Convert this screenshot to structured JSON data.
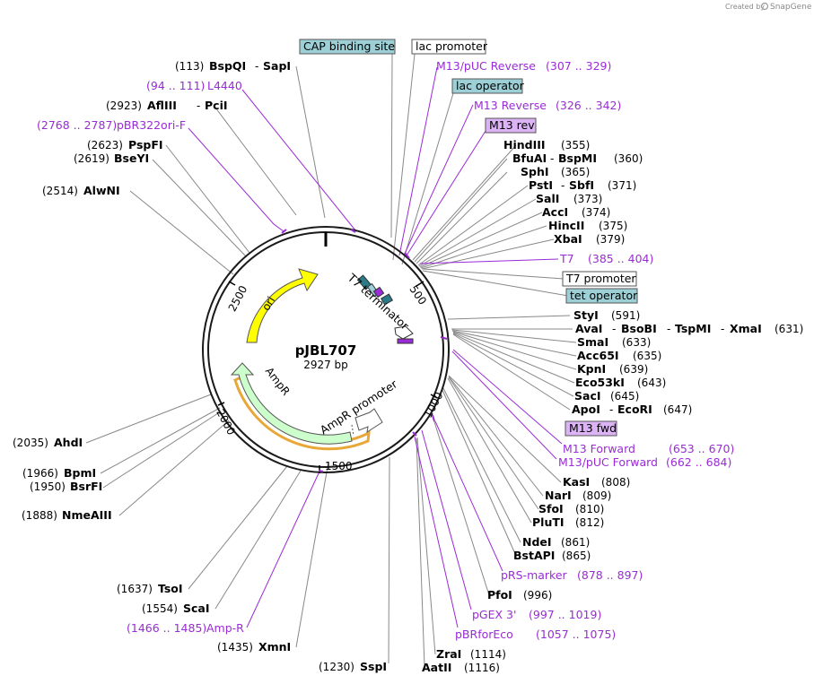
{
  "credit": {
    "prefix": "Created by",
    "brand": "SnapGene"
  },
  "plasmid": {
    "name": "pJBL707",
    "size_label": "2927 bp"
  },
  "ticks": [
    "500",
    "1000",
    "1500",
    "2000",
    "2500"
  ],
  "features": {
    "ori": "ori",
    "ampr": "AmpR",
    "ampr_promoter": "AmpR promoter",
    "t7_terminator": "T7 terminator"
  },
  "labels": {
    "cap": "CAP binding site",
    "lac_promoter": "lac promoter",
    "m13puc_rev": {
      "name": "M13/pUC Reverse",
      "range": "(307 .. 329)"
    },
    "lac_operator": "lac operator",
    "m13_reverse": {
      "name": "M13 Reverse",
      "range": "(326 .. 342)"
    },
    "m13_rev": "M13 rev",
    "t7": {
      "name": "T7",
      "range": "(385 .. 404)"
    },
    "t7_promoter": "T7 promoter",
    "tet_operator": "tet operator",
    "m13_fwd": "M13 fwd",
    "m13_forward": {
      "name": "M13 Forward",
      "range": "(653 .. 670)"
    },
    "m13puc_forward": {
      "name": "M13/pUC Forward",
      "range": "(662 .. 684)"
    },
    "prs_marker": {
      "name": "pRS-marker",
      "range": "(878 .. 897)"
    },
    "pgex3": {
      "name": "pGEX 3'",
      "range": "(997 .. 1019)"
    },
    "pbrforeco": {
      "name": "pBRforEco",
      "range": "(1057 .. 1075)"
    },
    "amp_r": {
      "name": "Amp-R",
      "range": "(1466 .. 1485)"
    },
    "l4440": {
      "name": "L4440",
      "range": "(94 .. 111)"
    },
    "pbr322ori": {
      "name": "pBR322ori-F",
      "range": "(2768 .. 2787)"
    }
  },
  "enzymes": {
    "bspqi": {
      "pos": "(113)",
      "name": "BspQI",
      "sep": "-",
      "name2": "SapI"
    },
    "afliii": {
      "pos": "(2923)",
      "name": "AflIII",
      "sep": "-",
      "name2": "PciI"
    },
    "pspfi": {
      "pos": "(2623)",
      "name": "PspFI"
    },
    "bseyi": {
      "pos": "(2619)",
      "name": "BseYI"
    },
    "alwni": {
      "pos": "(2514)",
      "name": "AlwNI"
    },
    "hindiii": {
      "name": "HindIII",
      "pos": "(355)"
    },
    "bfuai": {
      "name": "BfuAI",
      "sep": "-",
      "name2": "BspMI",
      "pos": "(360)"
    },
    "sphi": {
      "name": "SphI",
      "pos": "(365)"
    },
    "psti": {
      "name": "PstI",
      "sep": "-",
      "name2": "SbfI",
      "pos": "(371)"
    },
    "sali": {
      "name": "SalI",
      "pos": "(373)"
    },
    "acci": {
      "name": "AccI",
      "pos": "(374)"
    },
    "hincii": {
      "name": "HincII",
      "pos": "(375)"
    },
    "xbai": {
      "name": "XbaI",
      "pos": "(379)"
    },
    "styi": {
      "name": "StyI",
      "pos": "(591)"
    },
    "avai": {
      "name": "AvaI",
      "sep": "-",
      "name2": "BsoBI",
      "sep2": "-",
      "name3": "TspMI",
      "sep3": "-",
      "name4": "XmaI",
      "pos": "(631)"
    },
    "smai": {
      "name": "SmaI",
      "pos": "(633)"
    },
    "acc65i": {
      "name": "Acc65I",
      "pos": "(635)"
    },
    "kpni": {
      "name": "KpnI",
      "pos": "(639)"
    },
    "eco53ki": {
      "name": "Eco53kI",
      "pos": "(643)"
    },
    "saci": {
      "name": "SacI",
      "pos": "(645)"
    },
    "apoi": {
      "name": "ApoI",
      "sep": "-",
      "name2": "EcoRI",
      "pos": "(647)"
    },
    "kasi": {
      "name": "KasI",
      "pos": "(808)"
    },
    "nari": {
      "name": "NarI",
      "pos": "(809)"
    },
    "sfoi": {
      "name": "SfoI",
      "pos": "(810)"
    },
    "pluti": {
      "name": "PluTI",
      "pos": "(812)"
    },
    "ndei": {
      "name": "NdeI",
      "pos": "(861)"
    },
    "bstapi": {
      "name": "BstAPI",
      "pos": "(865)"
    },
    "pfoi": {
      "name": "PfoI",
      "pos": "(996)"
    },
    "zrai": {
      "name": "ZraI",
      "pos": "(1114)"
    },
    "aatii": {
      "name": "AatII",
      "pos": "(1116)"
    },
    "sspi": {
      "pos": "(1230)",
      "name": "SspI"
    },
    "xmni": {
      "pos": "(1435)",
      "name": "XmnI"
    },
    "scai": {
      "pos": "(1554)",
      "name": "ScaI"
    },
    "tsoi": {
      "pos": "(1637)",
      "name": "TsoI"
    },
    "nmeaiii": {
      "pos": "(1888)",
      "name": "NmeAIII"
    },
    "bsrfi": {
      "pos": "(1950)",
      "name": "BsrFI"
    },
    "bpmi": {
      "pos": "(1966)",
      "name": "BpmI"
    },
    "ahdi": {
      "pos": "(2035)",
      "name": "AhdI"
    }
  },
  "colors": {
    "ring": "#1a1a1a",
    "ori": "#ffff00",
    "ampr": "#ccffcc",
    "ampr_outline": "#e8a838",
    "feature_box": "#9ccfd6",
    "primer": "#9a2bd6",
    "primer_box": "#dcb4f5",
    "t7_term": "#2a7a87",
    "line": "#888888"
  }
}
